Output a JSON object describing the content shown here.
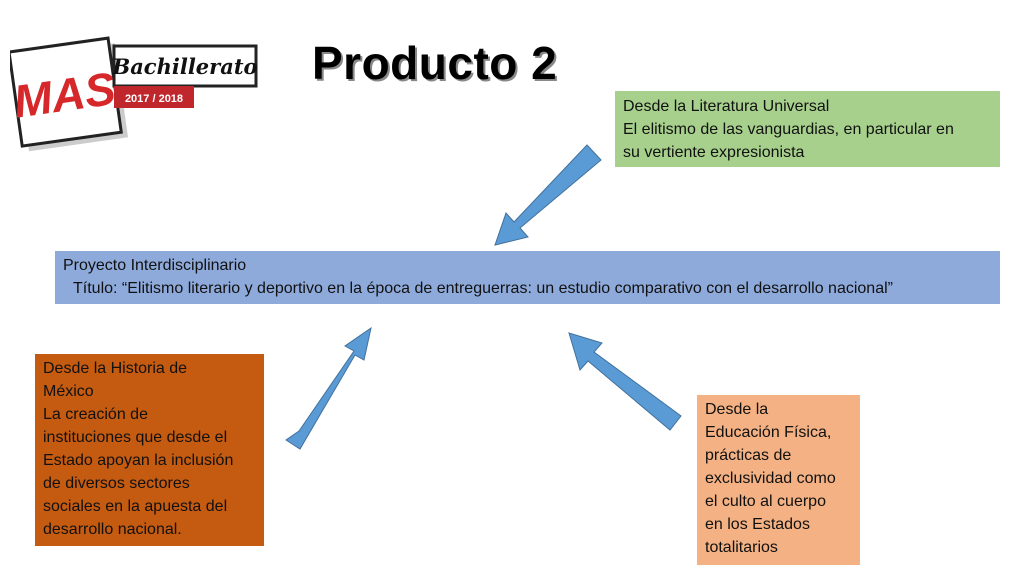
{
  "title": "Producto 2",
  "logo": {
    "mark": "MAS",
    "name": "Bachillerato",
    "years": "2017 / 2018"
  },
  "boxes": {
    "literatura": {
      "heading": "Desde la Literatura Universal",
      "line2": "El elitismo de las vanguardias, en particular en",
      "line3": "su vertiente expresionista"
    },
    "proyecto": {
      "heading": "Proyecto Interdisciplinario",
      "text": "Título: “Elitismo literario y deportivo en la época de entreguerras: un estudio comparativo con el desarrollo nacional”"
    },
    "historia": {
      "lines": [
        "Desde la Historia de",
        "México",
        "La creación de",
        "instituciones que desde el",
        "Estado apoyan la inclusión",
        "de diversos sectores",
        "sociales en la apuesta del",
        "desarrollo nacional."
      ]
    },
    "educacion": {
      "lines": [
        "Desde la",
        "Educación Física,",
        "prácticas de",
        "exclusividad como",
        "el culto al cuerpo",
        "en los Estados",
        "totalitarios"
      ]
    }
  },
  "colors": {
    "arrow": "#5b9bd5",
    "green": "#a7d08c",
    "blue": "#8eaadb",
    "brown": "#c55a11",
    "peach": "#f4b183",
    "logo_red": "#d6272a"
  }
}
